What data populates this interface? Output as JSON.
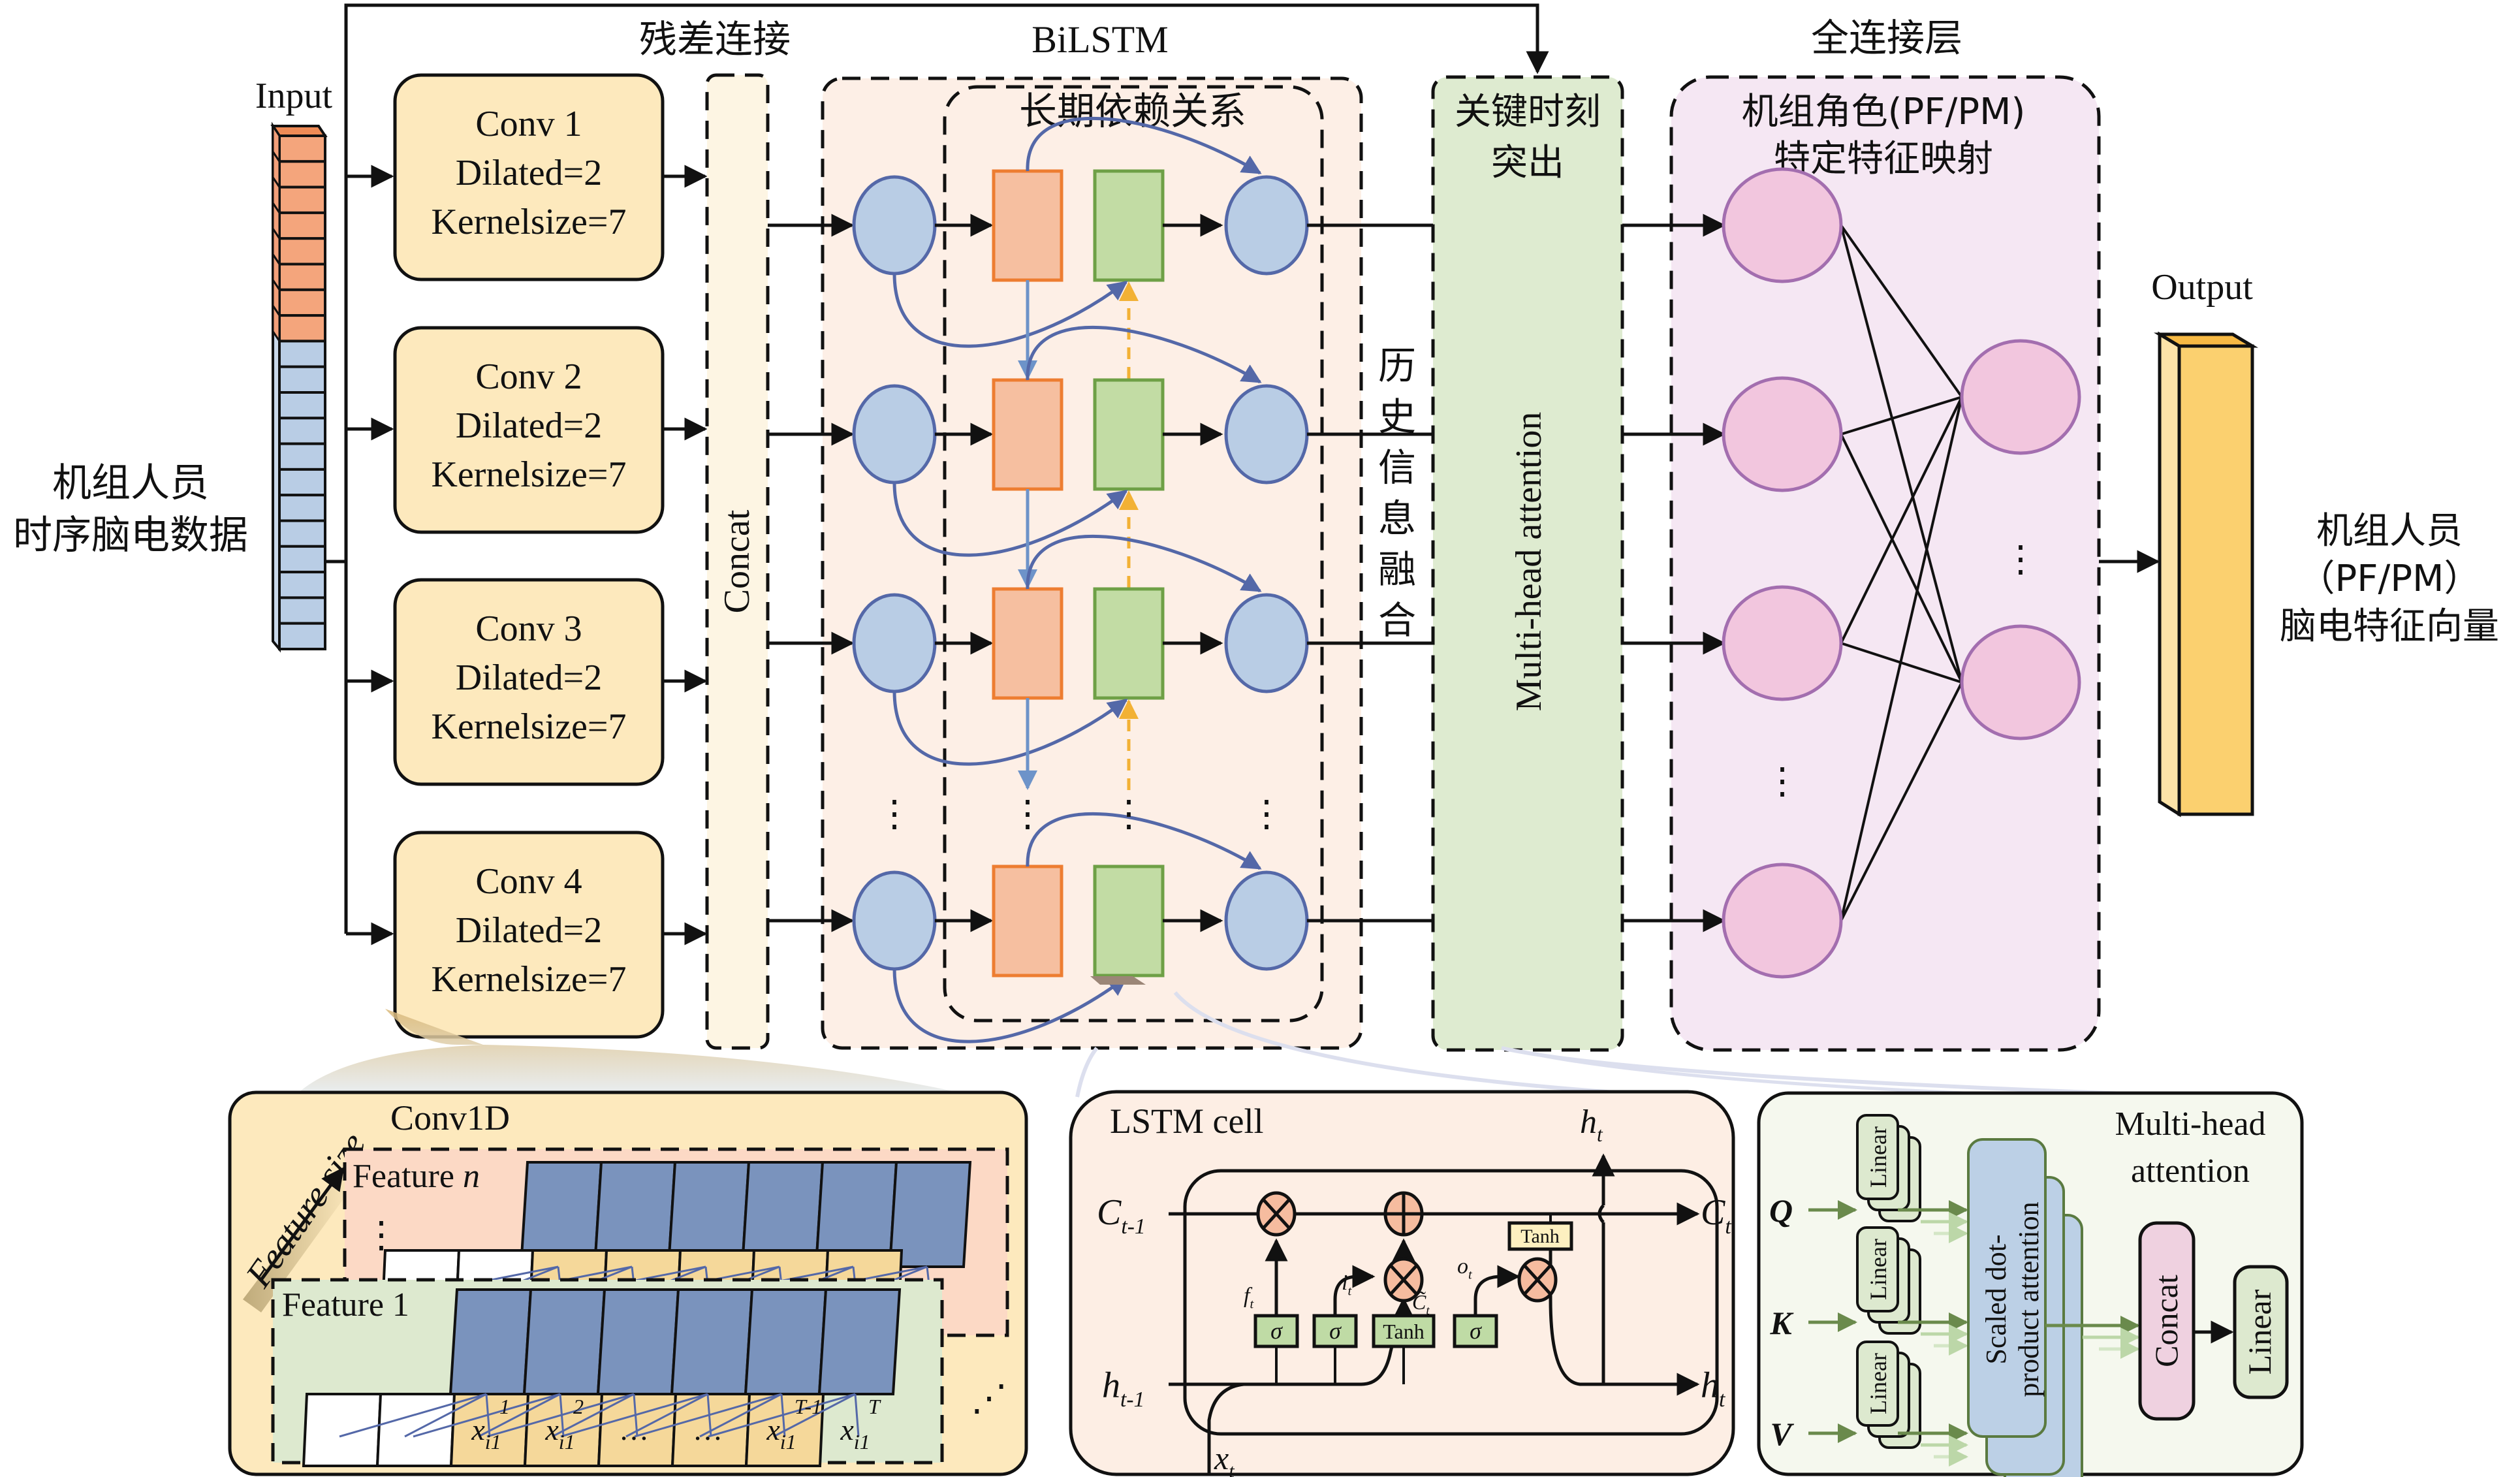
{
  "labels": {
    "input": "Input",
    "output": "Output",
    "input_desc": [
      "机组人员",
      "时序脑电数据"
    ],
    "output_desc": [
      "机组人员",
      "（PF/PM）",
      "脑电特征向量"
    ],
    "residual": "残差连接",
    "bilstm": "BiLSTM",
    "long_term": "长期依赖关系",
    "history_fusion": [
      "历",
      "史",
      "信",
      "息",
      "融",
      "合"
    ],
    "key_moment": [
      "关键时刻",
      "突出"
    ],
    "fc_layer": "全连接层",
    "role_mapping": [
      "机组角色(PF/PM)",
      "特定特征映射"
    ],
    "concat": "Concat",
    "mha": "Multi-head attention",
    "vdots": "⋮"
  },
  "conv_blocks": [
    {
      "name": "Conv 1",
      "dilated": "Dilated=2",
      "kernel": "Kernelsize=7"
    },
    {
      "name": "Conv 2",
      "dilated": "Dilated=2",
      "kernel": "Kernelsize=7"
    },
    {
      "name": "Conv 3",
      "dilated": "Dilated=2",
      "kernel": "Kernelsize=7"
    },
    {
      "name": "Conv 4",
      "dilated": "Dilated=2",
      "kernel": "Kernelsize=7"
    }
  ],
  "conv1d_panel": {
    "title": "Conv1D",
    "feature_size": "Feature size",
    "feature_n": "Feature ",
    "feature_n_var": "n",
    "feature_1": "Feature 1",
    "cells": [
      {
        "base": "x",
        "sup": "1",
        "sub": "i1"
      },
      {
        "base": "x",
        "sup": "2",
        "sub": "i1"
      },
      {
        "base": "…",
        "sup": "",
        "sub": ""
      },
      {
        "base": "…",
        "sup": "",
        "sub": ""
      },
      {
        "base": "x",
        "sup": "T-1",
        "sub": "i1"
      },
      {
        "base": "x",
        "sup": "T",
        "sub": "i1"
      }
    ]
  },
  "lstm_panel": {
    "title": "LSTM cell",
    "c_prev": "C",
    "c_prev_sub": "t-1",
    "c_next": "C",
    "c_next_sub": "t",
    "h_prev": "h",
    "h_prev_sub": "t-1",
    "h_next": "h",
    "h_next_sub": "t",
    "h_top": "h",
    "h_top_sub": "t",
    "x": "x",
    "x_sub": "t",
    "f": "f",
    "f_sub": "t",
    "i": "i",
    "i_sub": "t",
    "o": "o",
    "o_sub": "t",
    "c_tilde": "C̃",
    "c_tilde_sub": "t",
    "sigma": "σ",
    "tanh": "Tanh"
  },
  "attention_panel": {
    "title": [
      "Multi-head",
      "attention"
    ],
    "q": "Q",
    "k": "K",
    "v": "V",
    "linear": "Linear",
    "sdpa": [
      "Scaled dot-",
      "product attention"
    ],
    "concat": "Concat",
    "out_linear": "Linear"
  },
  "colors": {
    "input_orange": "#f4a57c",
    "input_blue": "#b9cde5",
    "conv_fill": "#fde9bd",
    "concat_fill": "#fdf5e3",
    "bilstm_fill": "#fdefe6",
    "node_blue": "#b9cde5",
    "node_blue_stroke": "#5468a8",
    "gate_orange": "#f6bfa0",
    "gate_orange_stroke": "#ed7d31",
    "gate_green": "#c2dca4",
    "gate_green_stroke": "#6ea046",
    "attn_fill": "#deebd0",
    "fc_fill": "#f5e7f3",
    "fc_node": "#f2c6de",
    "fc_node_stroke": "#a36eaf",
    "output_fill": "#fbd06f",
    "output_side": "#fde3a8",
    "output_top": "#f7b944",
    "cv1d_fill": "#fde9bd",
    "feat_n_fill": "#fcd9c5",
    "feat_1_fill": "#dde9cf",
    "feat_cell_blue": "#7a93bd",
    "feat_cell_yellow": "#f5d89a",
    "lstm_fill": "#fdeee4",
    "sigma_box": "#bfdba5",
    "tanh_box": "#fdf0c0",
    "mult_fill": "#f6bc9f",
    "mha_panel_fill": "#f5f8ee",
    "sdpa_fill": "#bcd0e6",
    "concat_pink": "#efd1e0",
    "linear_green": "#dde9cf"
  }
}
